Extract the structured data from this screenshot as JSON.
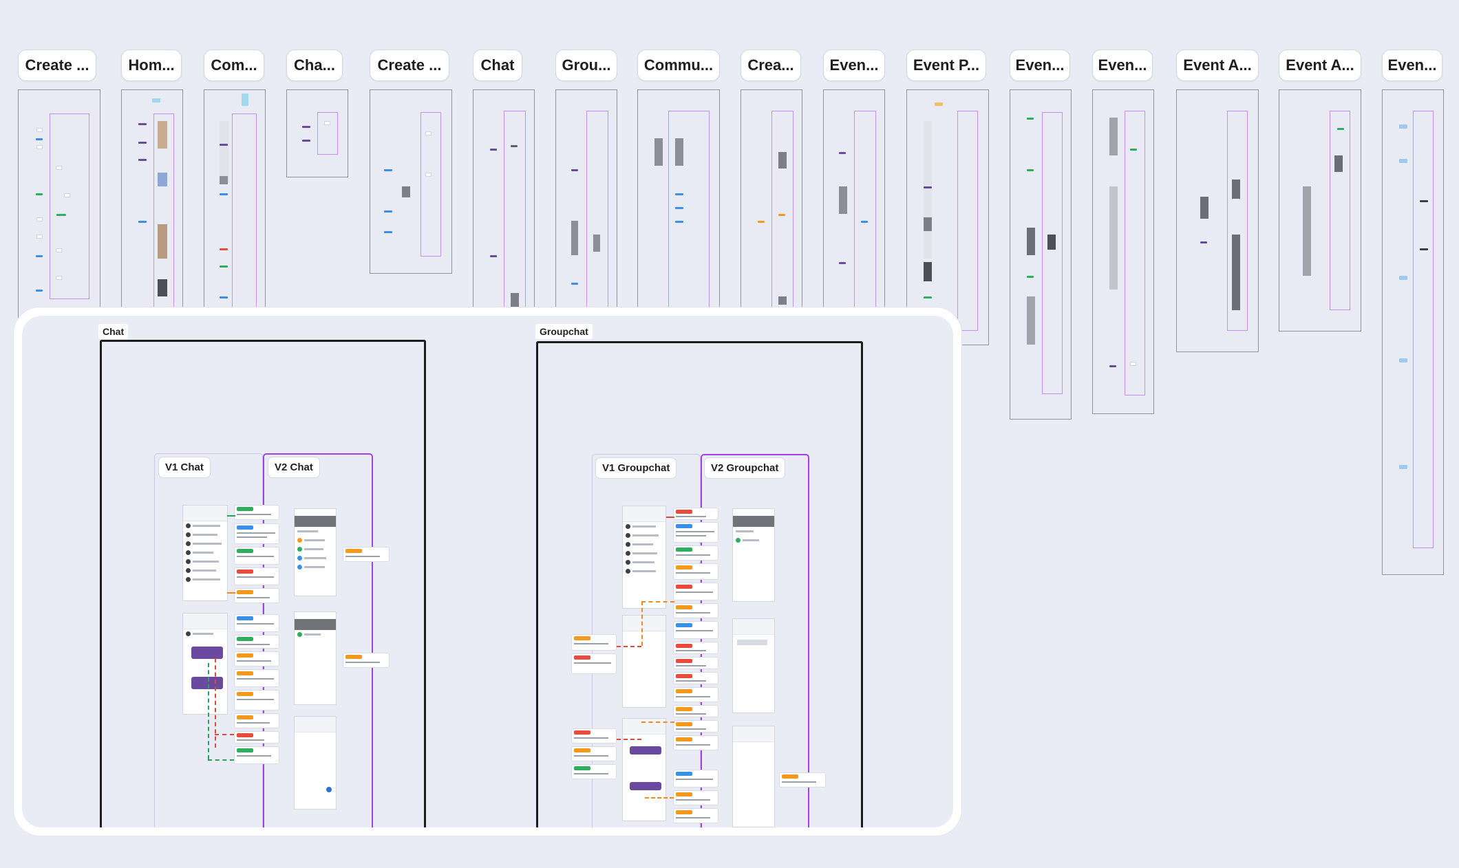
{
  "columns": [
    {
      "label": "Create ..."
    },
    {
      "label": "Hom..."
    },
    {
      "label": "Com..."
    },
    {
      "label": "Cha..."
    },
    {
      "label": "Create ..."
    },
    {
      "label": "Chat"
    },
    {
      "label": "Grou..."
    },
    {
      "label": "Commu..."
    },
    {
      "label": "Crea..."
    },
    {
      "label": "Even..."
    },
    {
      "label": "Event P..."
    },
    {
      "label": "Even..."
    },
    {
      "label": "Even..."
    },
    {
      "label": "Event A..."
    },
    {
      "label": "Event A..."
    },
    {
      "label": "Even..."
    }
  ],
  "zoom": {
    "sections": [
      {
        "label": "Chat",
        "versions": [
          "V1 Chat",
          "V2 Chat"
        ]
      },
      {
        "label": "Groupchat",
        "versions": [
          "V1 Groupchat",
          "V2 Groupchat"
        ]
      }
    ]
  },
  "colors": {
    "canvas": "#e9ecf5",
    "v2_outline": "#a241e3",
    "tag_green": "#2fae5e",
    "tag_blue": "#3a8fe6",
    "tag_orange": "#f39a1e",
    "tag_red": "#e84c3d",
    "flow_orange": "#f08a1c",
    "flow_red": "#e0463a",
    "flow_green": "#28a35a",
    "flow_blue": "#2a86d6"
  },
  "icons": {
    "message-avatar": "dot",
    "compose-fab": "circle"
  }
}
